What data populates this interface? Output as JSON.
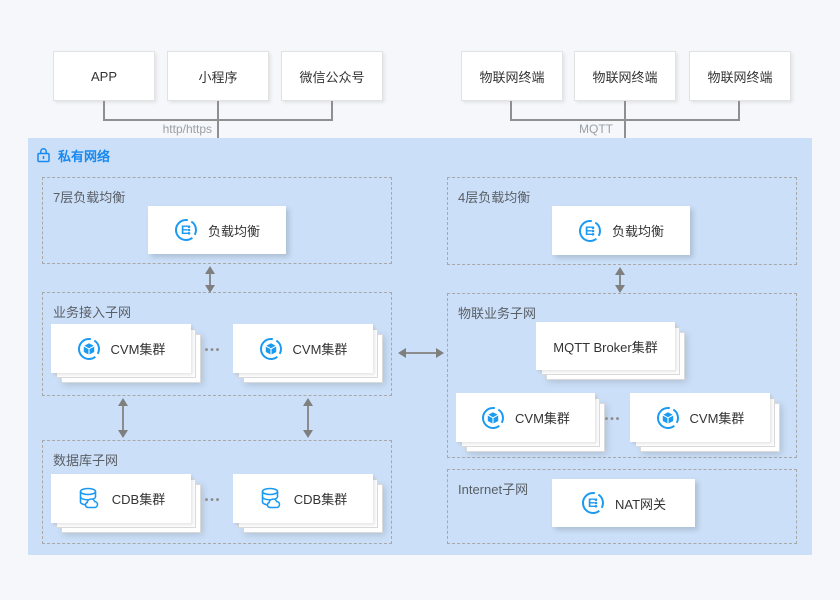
{
  "colors": {
    "page_bg": "#f5f7fa",
    "vpc_bg": "#cbdff8",
    "accent_blue": "#1789f0",
    "icon_blue": "#1b9af2",
    "line_gray": "#8c8c8c"
  },
  "external": {
    "web": {
      "boxes": [
        "APP",
        "小程序",
        "微信公众号"
      ],
      "protocol": "http/https"
    },
    "iot": {
      "boxes": [
        "物联网终端",
        "物联网终端",
        "物联网终端"
      ],
      "protocol": "MQTT"
    }
  },
  "vpc": {
    "label": "私有网络",
    "l7": {
      "title": "7层负载均衡",
      "clb": "负载均衡"
    },
    "l4": {
      "title": "4层负载均衡",
      "clb": "负载均衡"
    },
    "access": {
      "title": "业务接入子网",
      "cvm1": "CVM集群",
      "cvm2": "CVM集群",
      "more": "•••"
    },
    "db": {
      "title": "数据库子网",
      "cdb1": "CDB集群",
      "cdb2": "CDB集群",
      "more": "•••"
    },
    "iotsub": {
      "title": "物联业务子网",
      "broker": "MQTT Broker集群",
      "cvm1": "CVM集群",
      "cvm2": "CVM集群",
      "more": "•••"
    },
    "internet": {
      "title": "Internet子网",
      "nat": "NAT网关"
    }
  }
}
